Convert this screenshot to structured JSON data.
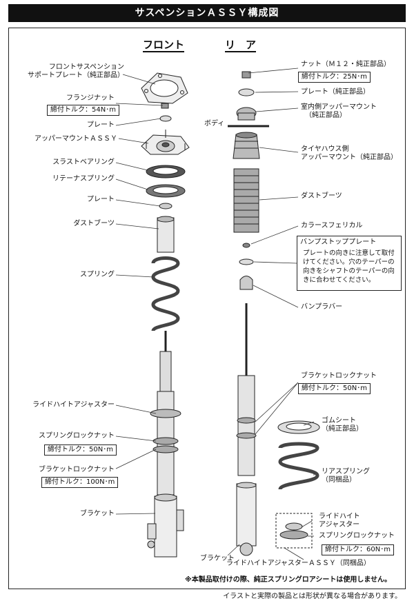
{
  "title": "サスペンションＡＳＳＹ構成図",
  "columns": {
    "front": "フロント",
    "rear": "リ　ア"
  },
  "front_labels": {
    "support_plate": "フロントサスペンション",
    "support_plate_2": "サポートプレート（純正部品）",
    "flange_nut": "フランジナット",
    "flange_nut_torque": "締付トルク：54N･m",
    "plate1": "プレート",
    "upper_mount": "アッパーマウントＡＳＳＹ",
    "thrust_bearing": "スラストベアリング",
    "retainer_spring": "リテーナスプリング",
    "plate2": "プレート",
    "dust_boot": "ダストブーツ",
    "spring": "スプリング",
    "ride_height": "ライドハイトアジャスター",
    "spring_lock_nut": "スプリングロックナット",
    "spring_lock_torque": "締付トルク：50N･m",
    "bracket_lock_nut": "ブラケットロックナット",
    "bracket_lock_torque": "締付トルク：100N･m",
    "bracket": "ブラケット"
  },
  "rear_labels": {
    "body": "ボディ",
    "nut": "ナット（Ｍ１２・純正部品）",
    "nut_torque": "締付トルク：25N･m",
    "plate": "プレート（純正部品）",
    "inner_upper_mount": "室内側アッパーマウント",
    "inner_upper_mount_2": "（純正部品）",
    "tire_house_mount": "タイヤハウス側",
    "tire_house_mount_2": "アッパーマウント（純正部品）",
    "dust_boot": "ダストブーツ",
    "collar": "カラースフェリカル",
    "bump_stop_plate": "バンプストッププレート",
    "bump_stop_note": "プレートの向きに注意して取付けてください。穴のテーパーの向きをシャフトのテーパーの向きに合わせてください。",
    "bump_rubber": "バンプラバー",
    "bracket_lock_nut": "ブラケットロックナット",
    "bracket_lock_torque": "締付トルク：50N･m",
    "rubber_sheet": "ゴムシート",
    "rubber_sheet_2": "（純正部品）",
    "rear_spring": "リアスプリング",
    "rear_spring_2": "（同梱品）",
    "ride_height": "ライドハイト",
    "ride_height_2": "アジャスター",
    "spring_lock_nut": "スプリングロックナット",
    "spring_lock_torque": "締付トルク：60N･m",
    "bracket": "ブラケット",
    "ride_height_assy": "ライドハイトアジャスターＡＳＳＹ（同梱品）"
  },
  "footnote": "※本製品取付けの際、純正スプリングロアシートは使用しません。",
  "bottom_note": "イラストと実際の製品とは形状が異なる場合があります。"
}
